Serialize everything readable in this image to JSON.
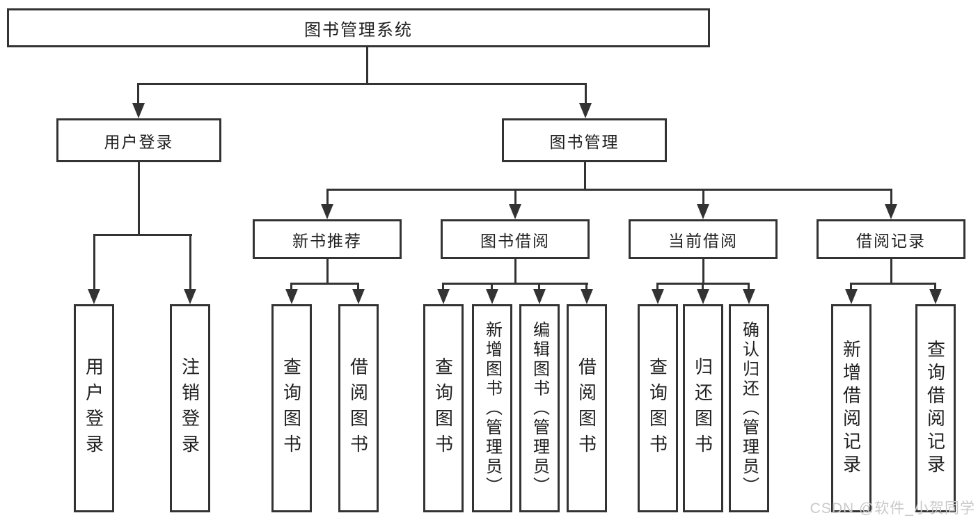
{
  "title": "图书管理系统",
  "watermark": "CSDN @软件_小贺同学",
  "colors": {
    "line": "#333333",
    "box_border": "#333333",
    "text": "#1f1f1f",
    "watermark": "#c9c9c9",
    "background": "#ffffff"
  },
  "nodes": {
    "root": "图书管理系统",
    "user_login": "用户登录",
    "book_mgmt": "图书管理",
    "new_book_rec": "新书推荐",
    "book_borrow": "图书借阅",
    "current_borrow": "当前借阅",
    "borrow_records": "借阅记录",
    "leaf_user_login": "用户登录",
    "leaf_logout": "注销登录",
    "leaf_rec_query": "查询图书",
    "leaf_rec_borrow": "借阅图书",
    "leaf_bb_query": "查询图书",
    "leaf_bb_add": "新增图书（管理员）",
    "leaf_bb_edit": "编辑图书（管理员）",
    "leaf_bb_borrow": "借阅图书",
    "leaf_cb_query": "查询图书",
    "leaf_cb_return": "归还图书",
    "leaf_cb_confirm": "确认归还（管理员）",
    "leaf_br_add": "新增借阅记录",
    "leaf_br_query": "查询借阅记录"
  },
  "hierarchy": {
    "图书管理系统": {
      "用户登录": [
        "用户登录",
        "注销登录"
      ],
      "图书管理": {
        "新书推荐": [
          "查询图书",
          "借阅图书"
        ],
        "图书借阅": [
          "查询图书",
          "新增图书（管理员）",
          "编辑图书（管理员）",
          "借阅图书"
        ],
        "当前借阅": [
          "查询图书",
          "归还图书",
          "确认归还（管理员）"
        ],
        "借阅记录": [
          "新增借阅记录",
          "查询借阅记录"
        ]
      }
    }
  }
}
